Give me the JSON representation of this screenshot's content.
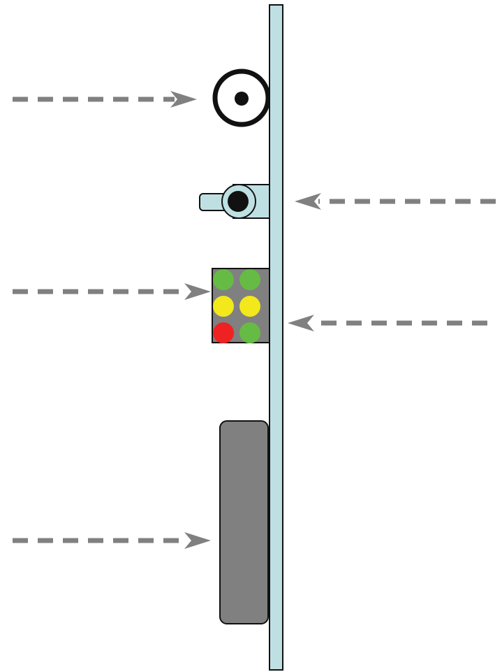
{
  "diagram": {
    "colors": {
      "background": "#ffffff",
      "bar_fill": "#bfe0e3",
      "outline": "#111111",
      "arrow": "#808080",
      "panel_gray": "#808080",
      "lever_fill": "#bfe0e3",
      "light_green": "#66bb44",
      "light_yellow": "#f2e81c",
      "light_red": "#ee2222",
      "ring_fill": "#ffffff",
      "dot_fill": "#111111"
    },
    "components": [
      "mounting-bar",
      "circular-ring-fixture",
      "toggle-lever",
      "signal-light-panel",
      "gray-block"
    ],
    "signal_lights": [
      [
        "green",
        "green"
      ],
      [
        "yellow",
        "yellow"
      ],
      [
        "red",
        "green"
      ]
    ],
    "arrows": [
      {
        "name": "arrow-to-ring",
        "direction": "right"
      },
      {
        "name": "arrow-to-lever",
        "direction": "left"
      },
      {
        "name": "arrow-to-light-panel",
        "direction": "right"
      },
      {
        "name": "arrow-to-bar",
        "direction": "left"
      },
      {
        "name": "arrow-to-gray-block",
        "direction": "right"
      }
    ]
  }
}
